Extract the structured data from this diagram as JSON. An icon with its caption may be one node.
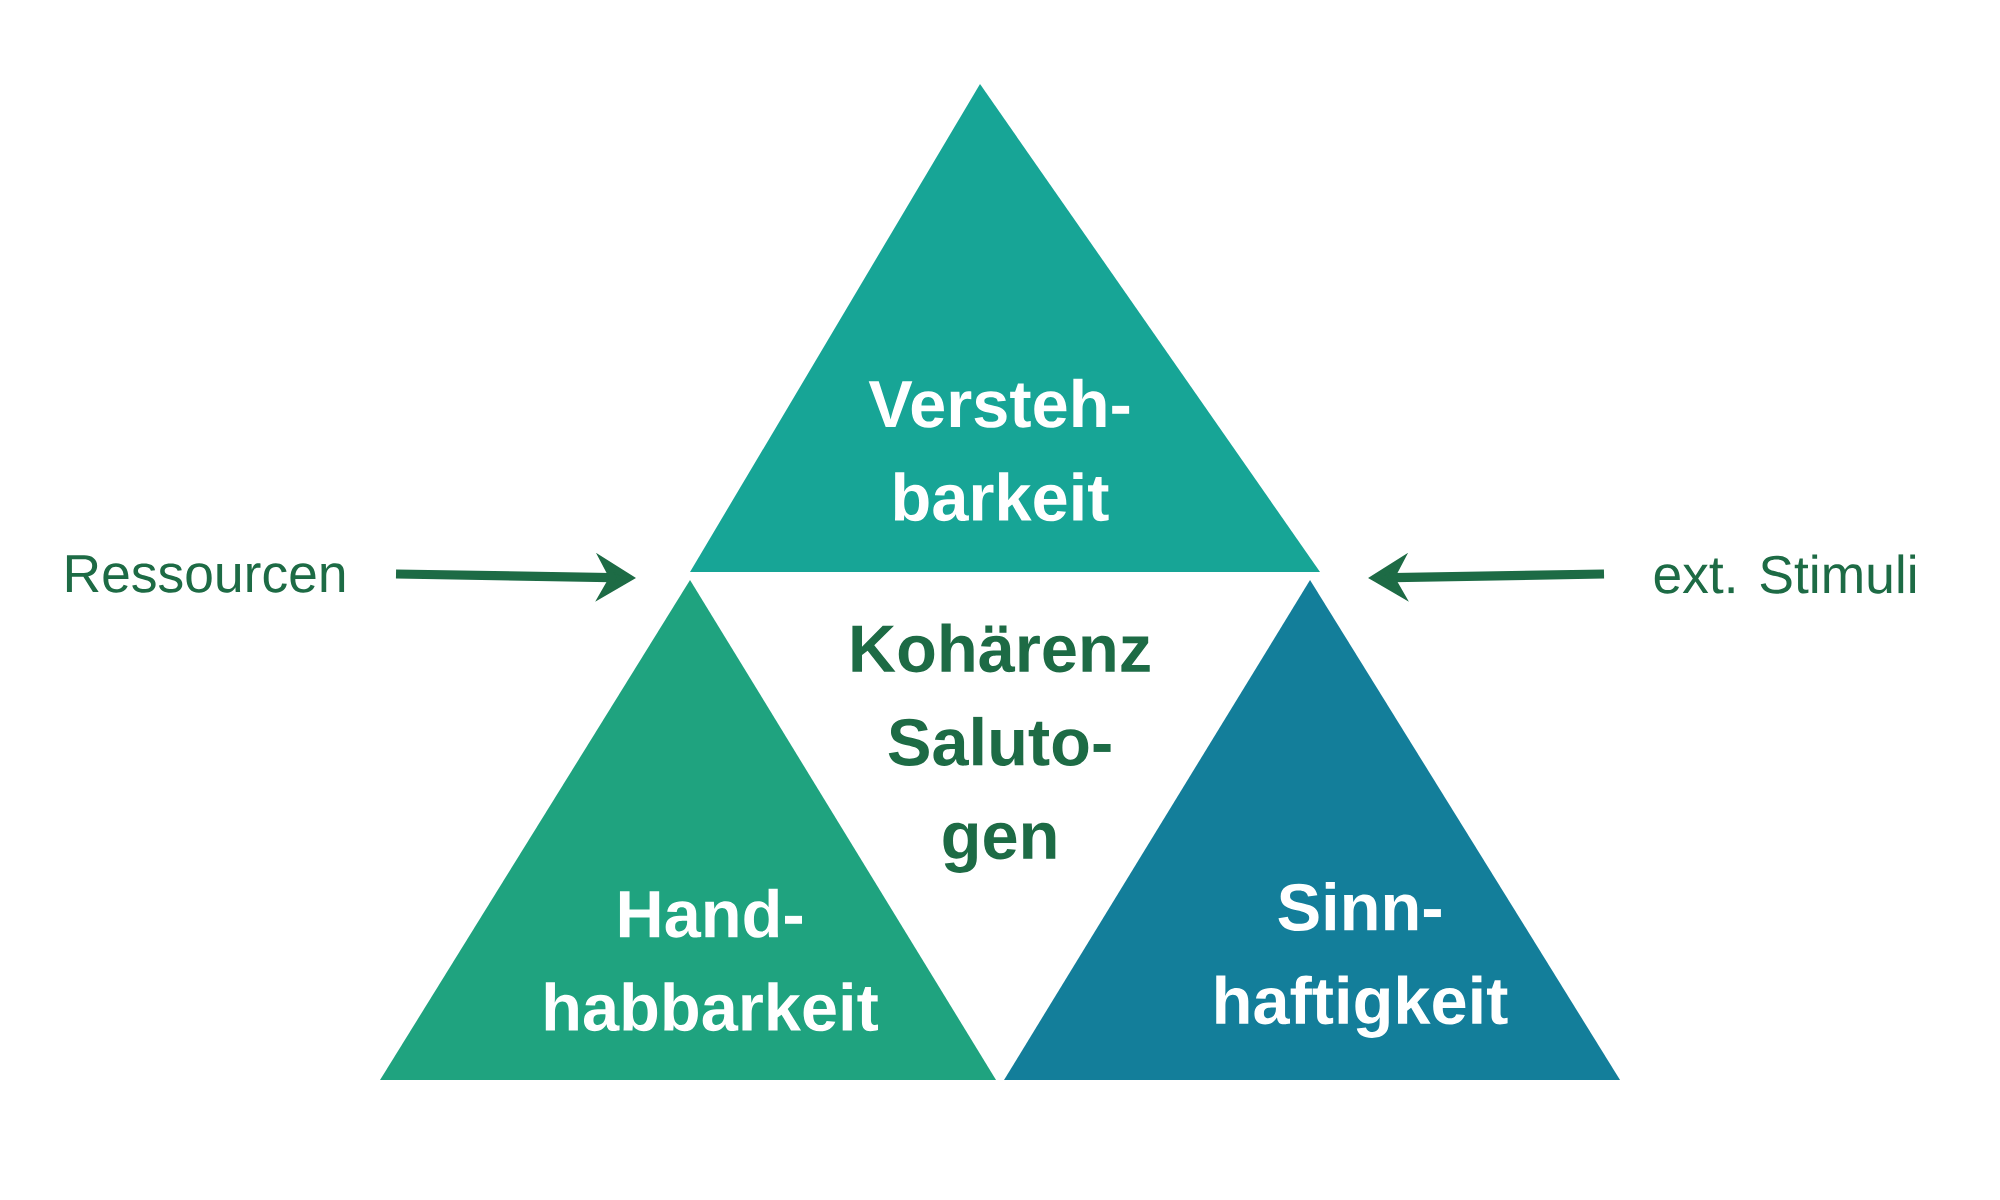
{
  "diagram": {
    "nodes": [
      {
        "text": [
          "Versteh- barkeit"
        ]
      },
      {
        "text": [
          "Hand- habbarkeit"
        ]
      },
      {
        "text": [
          "Kohärenz Saluto- gen"
        ]
      },
      {
        "text": [
          "Ressourcen"
        ]
      },
      {
        "text": [
          "ext. Stimuli"
        ]
      },
      {
        "text": [
          "Sinn- haftigkeit"
        ]
      }
    ],
    "edges": [
      {
        "from": 3,
        "to": null,
        "arrow": "to"
      },
      {
        "from": 4,
        "to": null,
        "arrow": "to"
      }
    ]
  }
}
